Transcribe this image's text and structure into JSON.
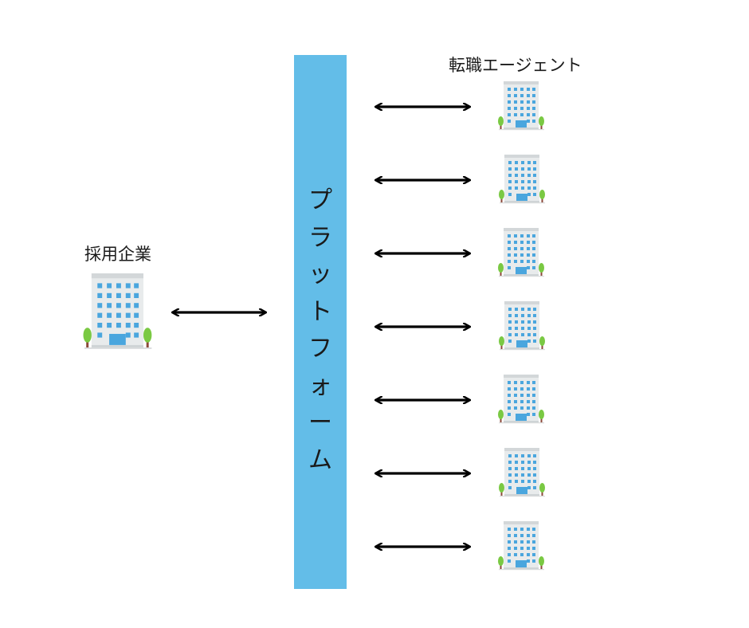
{
  "diagram": {
    "left_label": "採用企業",
    "right_label": "転職エージェント",
    "platform_label": "プラットフォーム",
    "agent_count": 7,
    "colors": {
      "platform": "#63bde8",
      "arrow": "#000000",
      "building_wall": "#e8ebec",
      "building_top": "#d3d7d9",
      "window": "#4aa6de",
      "tree_leaf": "#7ac943",
      "tree_trunk": "#8b4a3a"
    },
    "icons": {
      "building": "office-building-icon",
      "arrow": "double-arrow-icon"
    }
  }
}
